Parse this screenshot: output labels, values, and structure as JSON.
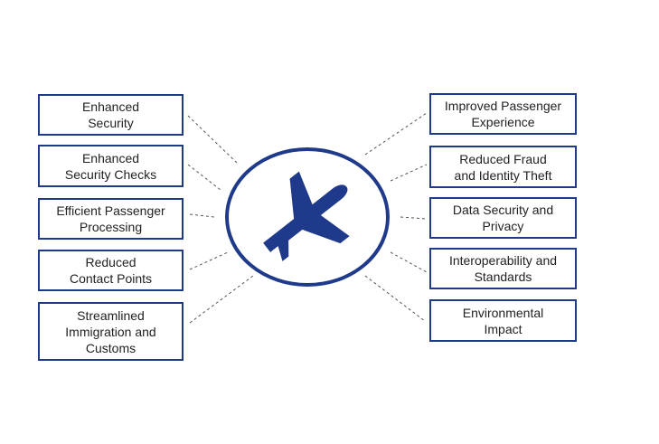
{
  "colors": {
    "accent": "#1f3a8a",
    "connector": "#555555"
  },
  "center": {
    "icon": "airplane-icon"
  },
  "left_items": [
    "Enhanced\nSecurity",
    "Enhanced\nSecurity Checks",
    "Efficient Passenger\nProcessing",
    "Reduced\nContact Points",
    "Streamlined\nImmigration and\nCustoms"
  ],
  "right_items": [
    "Improved Passenger\nExperience",
    "Reduced Fraud\nand Identity Theft",
    "Data Security and\nPrivacy",
    "Interoperability and\nStandards",
    "Environmental\nImpact"
  ]
}
